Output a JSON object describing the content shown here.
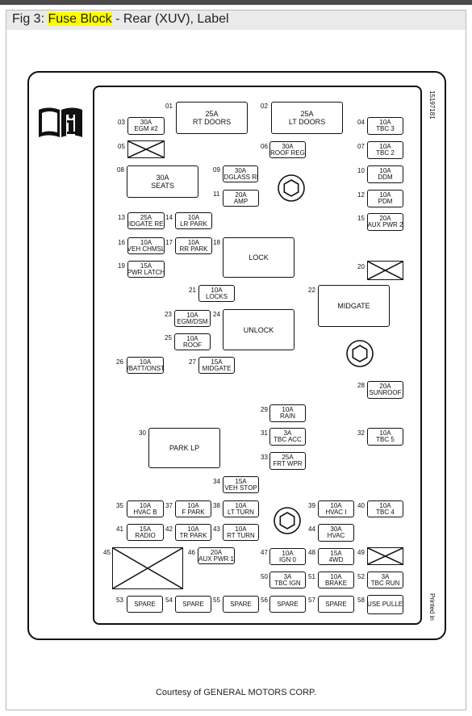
{
  "caption": {
    "prefix": "Fig 3:",
    "highlight": "Fuse Block",
    "suffix": "- Rear (XUV), Label"
  },
  "part_number": "15197181",
  "printed_in": "Printed in",
  "footer": "Courtesy of GENERAL MOTORS CORP.",
  "colors": {
    "highlight": "#ffff00",
    "line": "#111111",
    "caption_bg": "#eaeaea"
  },
  "icons": [
    "info-book-icon",
    "stud-icon"
  ],
  "fuses": [
    {
      "id": "01",
      "amp": "25A",
      "label": "RT DOORS"
    },
    {
      "id": "02",
      "amp": "25A",
      "label": "LT DOORS"
    },
    {
      "id": "03",
      "amp": "30A",
      "label": "EGM #2"
    },
    {
      "id": "04",
      "amp": "10A",
      "label": "TBC 3"
    },
    {
      "id": "05",
      "amp": "",
      "label": ""
    },
    {
      "id": "06",
      "amp": "30A",
      "label": "ROOF REG"
    },
    {
      "id": "07",
      "amp": "10A",
      "label": "TBC 2"
    },
    {
      "id": "08",
      "amp": "30A",
      "label": "SEATS"
    },
    {
      "id": "09",
      "amp": "30A",
      "label": "ENDGLASS REG"
    },
    {
      "id": "10",
      "amp": "10A",
      "label": "DDM"
    },
    {
      "id": "11",
      "amp": "20A",
      "label": "AMP"
    },
    {
      "id": "12",
      "amp": "10A",
      "label": "PDM"
    },
    {
      "id": "13",
      "amp": "25A",
      "label": "MIDGATE REG"
    },
    {
      "id": "14",
      "amp": "10A",
      "label": "LR PARK"
    },
    {
      "id": "15",
      "amp": "20A",
      "label": "AUX PWR 2"
    },
    {
      "id": "16",
      "amp": "10A",
      "label": "VEH CHMSL"
    },
    {
      "id": "17",
      "amp": "10A",
      "label": "RR PARK"
    },
    {
      "id": "18",
      "amp": "",
      "label": "LOCK"
    },
    {
      "id": "19",
      "amp": "15A",
      "label": "PWR LATCH"
    },
    {
      "id": "20",
      "amp": "",
      "label": ""
    },
    {
      "id": "21",
      "amp": "10A",
      "label": "LOCKS"
    },
    {
      "id": "22",
      "amp": "",
      "label": "MIDGATE"
    },
    {
      "id": "23",
      "amp": "10A",
      "label": "EGM/DSM"
    },
    {
      "id": "24",
      "amp": "",
      "label": "UNLOCK"
    },
    {
      "id": "25",
      "amp": "10A",
      "label": "ROOF"
    },
    {
      "id": "26",
      "amp": "10A",
      "label": "OH/BATT/ONSTAR"
    },
    {
      "id": "27",
      "amp": "15A",
      "label": "MIDGATE"
    },
    {
      "id": "28",
      "amp": "20A",
      "label": "SUNROOF"
    },
    {
      "id": "29",
      "amp": "10A",
      "label": "RAIN"
    },
    {
      "id": "30",
      "amp": "",
      "label": "PARK LP"
    },
    {
      "id": "31",
      "amp": "3A",
      "label": "TBC ACC"
    },
    {
      "id": "32",
      "amp": "10A",
      "label": "TBC 5"
    },
    {
      "id": "33",
      "amp": "25A",
      "label": "FRT WPR"
    },
    {
      "id": "34",
      "amp": "15A",
      "label": "VEH STOP"
    },
    {
      "id": "35",
      "amp": "10A",
      "label": "HVAC B"
    },
    {
      "id": "37",
      "amp": "10A",
      "label": "F PARK"
    },
    {
      "id": "38",
      "amp": "10A",
      "label": "LT TURN"
    },
    {
      "id": "39",
      "amp": "10A",
      "label": "HVAC I"
    },
    {
      "id": "40",
      "amp": "10A",
      "label": "TBC 4"
    },
    {
      "id": "41",
      "amp": "15A",
      "label": "RADIO"
    },
    {
      "id": "42",
      "amp": "10A",
      "label": "TR PARK"
    },
    {
      "id": "43",
      "amp": "10A",
      "label": "RT TURN"
    },
    {
      "id": "44",
      "amp": "30A",
      "label": "HVAC"
    },
    {
      "id": "45",
      "amp": "",
      "label": ""
    },
    {
      "id": "46",
      "amp": "20A",
      "label": "AUX PWR 1"
    },
    {
      "id": "47",
      "amp": "10A",
      "label": "IGN 0"
    },
    {
      "id": "48",
      "amp": "15A",
      "label": "4WD"
    },
    {
      "id": "49",
      "amp": "",
      "label": ""
    },
    {
      "id": "50",
      "amp": "3A",
      "label": "TBC IGN"
    },
    {
      "id": "51",
      "amp": "10A",
      "label": "BRAKE"
    },
    {
      "id": "52",
      "amp": "3A",
      "label": "TBC RUN"
    },
    {
      "id": "53",
      "amp": "",
      "label": "SPARE"
    },
    {
      "id": "54",
      "amp": "",
      "label": "SPARE"
    },
    {
      "id": "55",
      "amp": "",
      "label": "SPARE"
    },
    {
      "id": "56",
      "amp": "",
      "label": "SPARE"
    },
    {
      "id": "57",
      "amp": "",
      "label": "SPARE"
    },
    {
      "id": "58",
      "amp": "",
      "label": "FUSE PULLER"
    }
  ]
}
